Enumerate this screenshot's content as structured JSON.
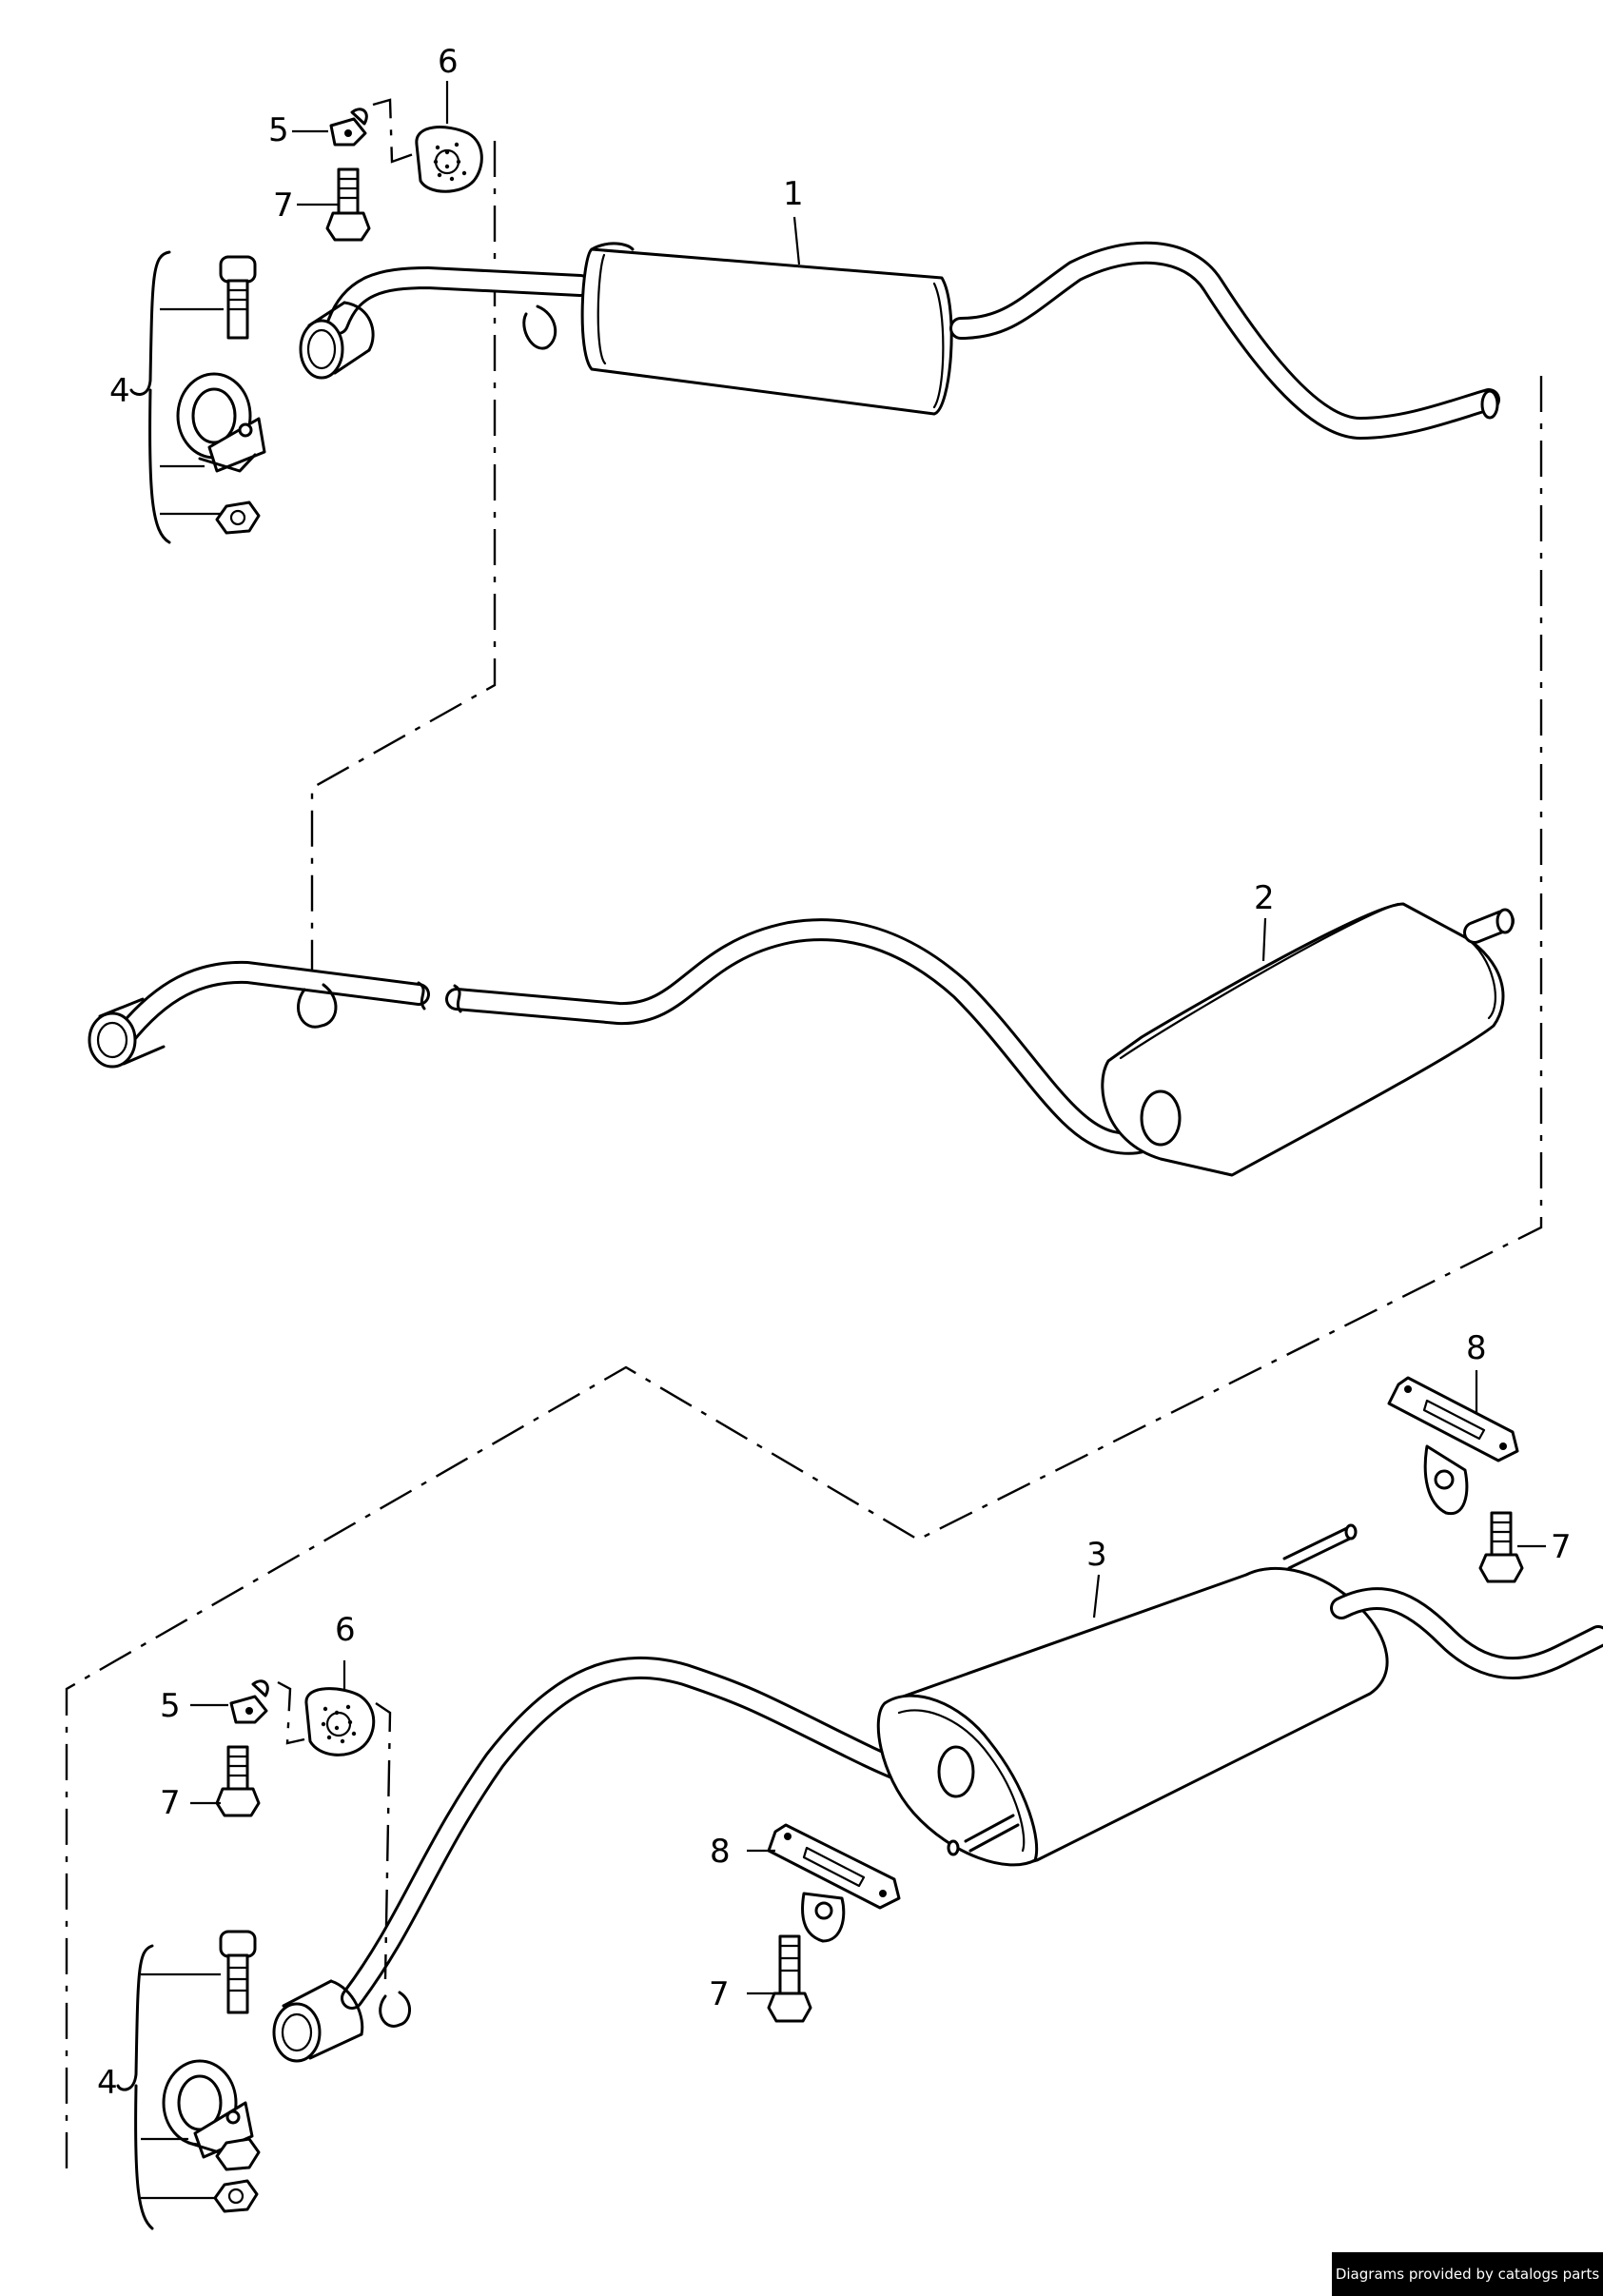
{
  "callouts": {
    "c1": "1",
    "c2": "2",
    "c3": "3",
    "c4_top": "4",
    "c5_top": "5",
    "c6_top": "6",
    "c7_top": "7",
    "c4_bot": "4",
    "c5_bot": "5",
    "c6_bot": "6",
    "c7_bot_left": "7",
    "c7_bot_mid": "7",
    "c7_right": "7",
    "c8_right": "8",
    "c8_mid": "8"
  },
  "credit": "Diagrams provided by catalogs parts"
}
